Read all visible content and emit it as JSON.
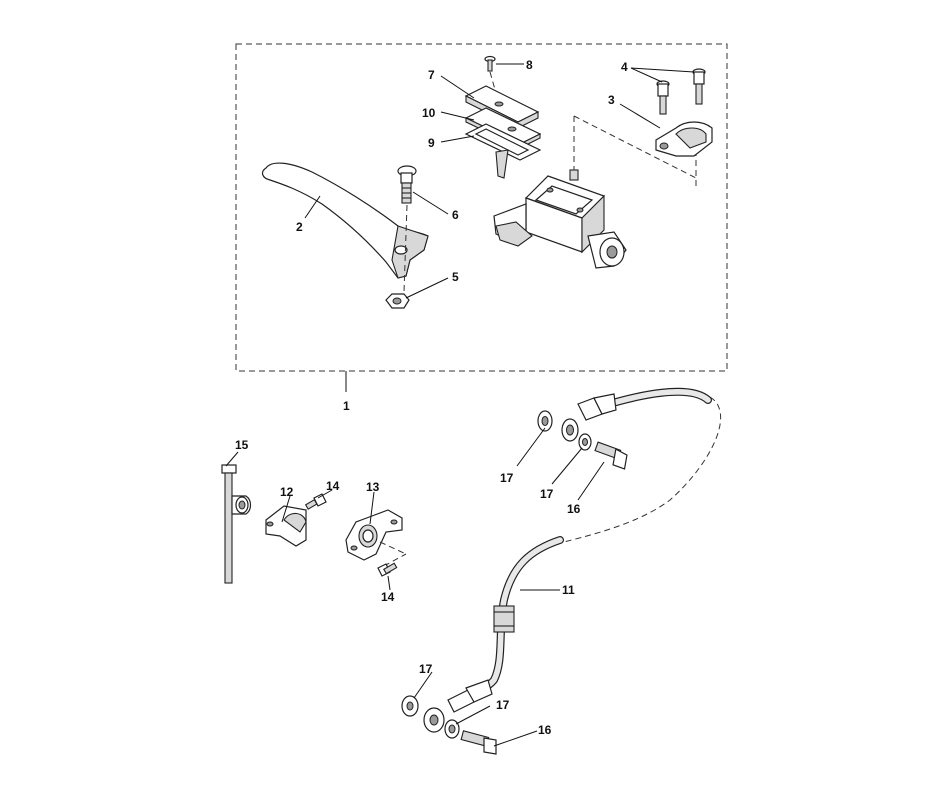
{
  "diagram": {
    "assembly_label": "1",
    "callouts": [
      {
        "id": "c2",
        "text": "2"
      },
      {
        "id": "c3",
        "text": "3"
      },
      {
        "id": "c4",
        "text": "4"
      },
      {
        "id": "c5",
        "text": "5"
      },
      {
        "id": "c6",
        "text": "6"
      },
      {
        "id": "c7",
        "text": "7"
      },
      {
        "id": "c8",
        "text": "8"
      },
      {
        "id": "c9",
        "text": "9"
      },
      {
        "id": "c10",
        "text": "10"
      },
      {
        "id": "c11",
        "text": "11"
      },
      {
        "id": "c12",
        "text": "12"
      },
      {
        "id": "c13",
        "text": "13"
      },
      {
        "id": "c14a",
        "text": "14"
      },
      {
        "id": "c14b",
        "text": "14"
      },
      {
        "id": "c15",
        "text": "15"
      },
      {
        "id": "c16a",
        "text": "16"
      },
      {
        "id": "c16b",
        "text": "16"
      },
      {
        "id": "c17a",
        "text": "17"
      },
      {
        "id": "c17b",
        "text": "17"
      },
      {
        "id": "c17c",
        "text": "17"
      },
      {
        "id": "c17d",
        "text": "17"
      }
    ]
  }
}
